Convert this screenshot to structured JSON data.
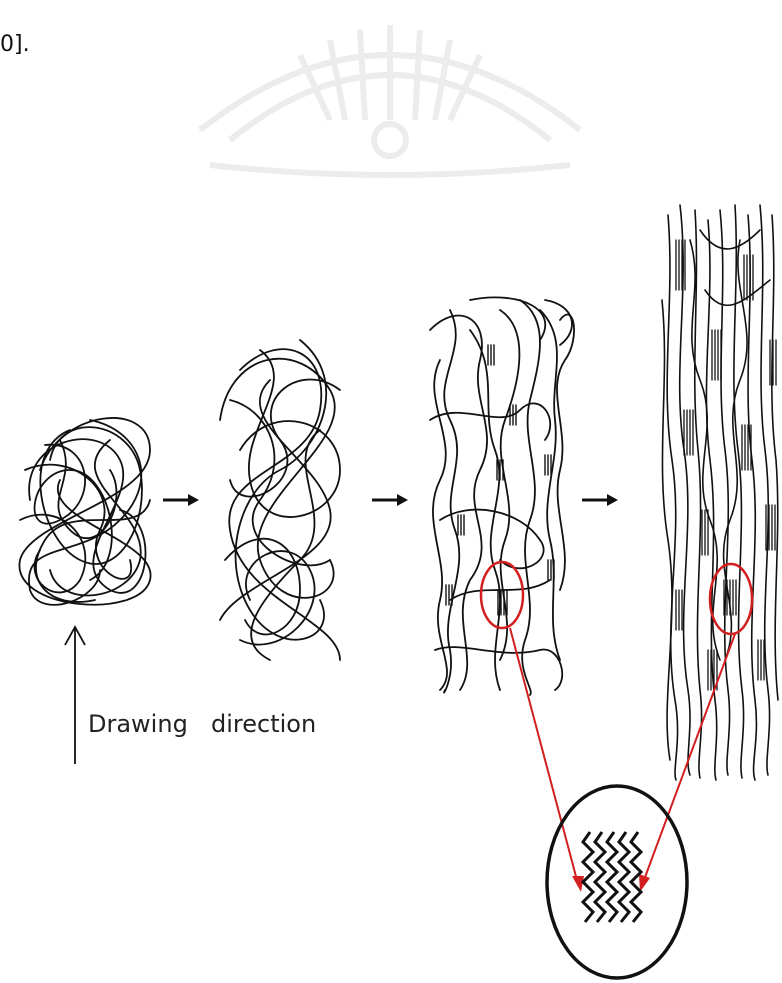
{
  "page": {
    "fragment_text": "0].",
    "label_drawing": "Drawing",
    "label_direction": "direction"
  },
  "colors": {
    "stroke": "#111111",
    "highlight": "#d21f1f",
    "watermark": "#ececec"
  },
  "diagram": {
    "stages": [
      "random-coil",
      "stretched-coil",
      "partially-oriented",
      "fully-oriented"
    ],
    "icons": [
      "watermark-crest",
      "arrow-right",
      "arrow-up",
      "highlight-circle",
      "magnified-circle"
    ]
  }
}
